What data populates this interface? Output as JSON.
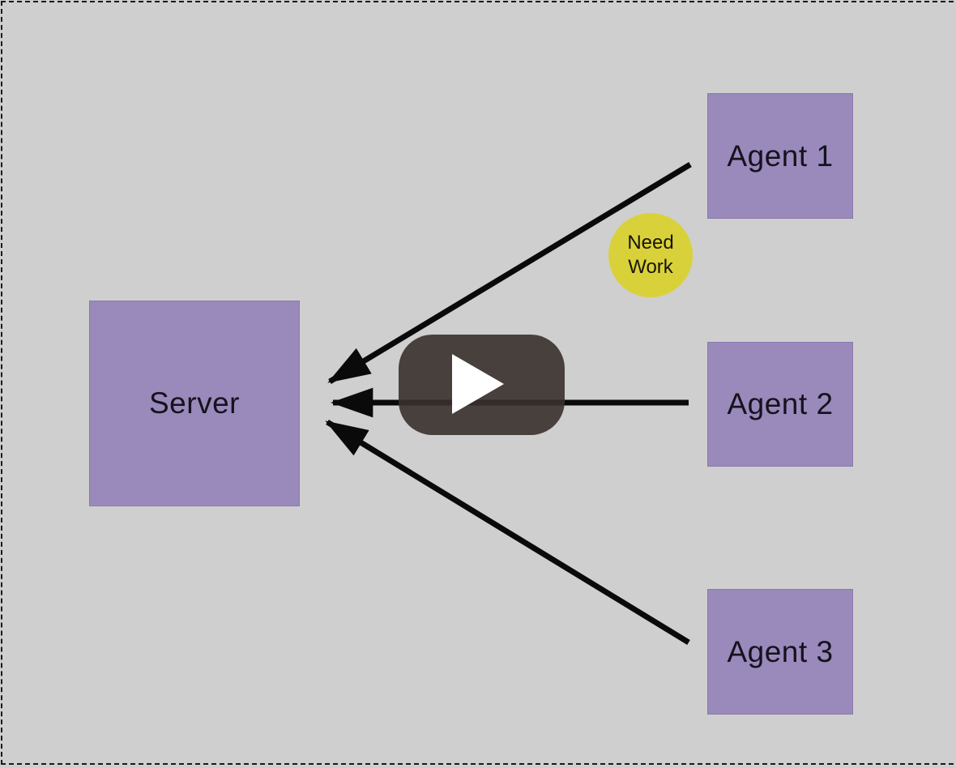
{
  "diagram": {
    "nodes": {
      "server": {
        "label": "Server"
      },
      "agent1": {
        "label": "Agent 1"
      },
      "agent2": {
        "label": "Agent 2"
      },
      "agent3": {
        "label": "Agent 3"
      }
    },
    "badge": {
      "line1": "Need",
      "line2": "Work"
    },
    "edges": [
      {
        "from": "agent1",
        "to": "server"
      },
      {
        "from": "agent2",
        "to": "server"
      },
      {
        "from": "agent3",
        "to": "server"
      }
    ],
    "colors": {
      "background": "#cfcfcf",
      "node_fill": "#998abb",
      "badge_fill": "#d9d13a",
      "arrow": "#0a0a0a",
      "overlay": "#38302c",
      "border": "#1a1a1a"
    }
  },
  "video_overlay": {
    "play_icon": "play-triangle-icon"
  }
}
